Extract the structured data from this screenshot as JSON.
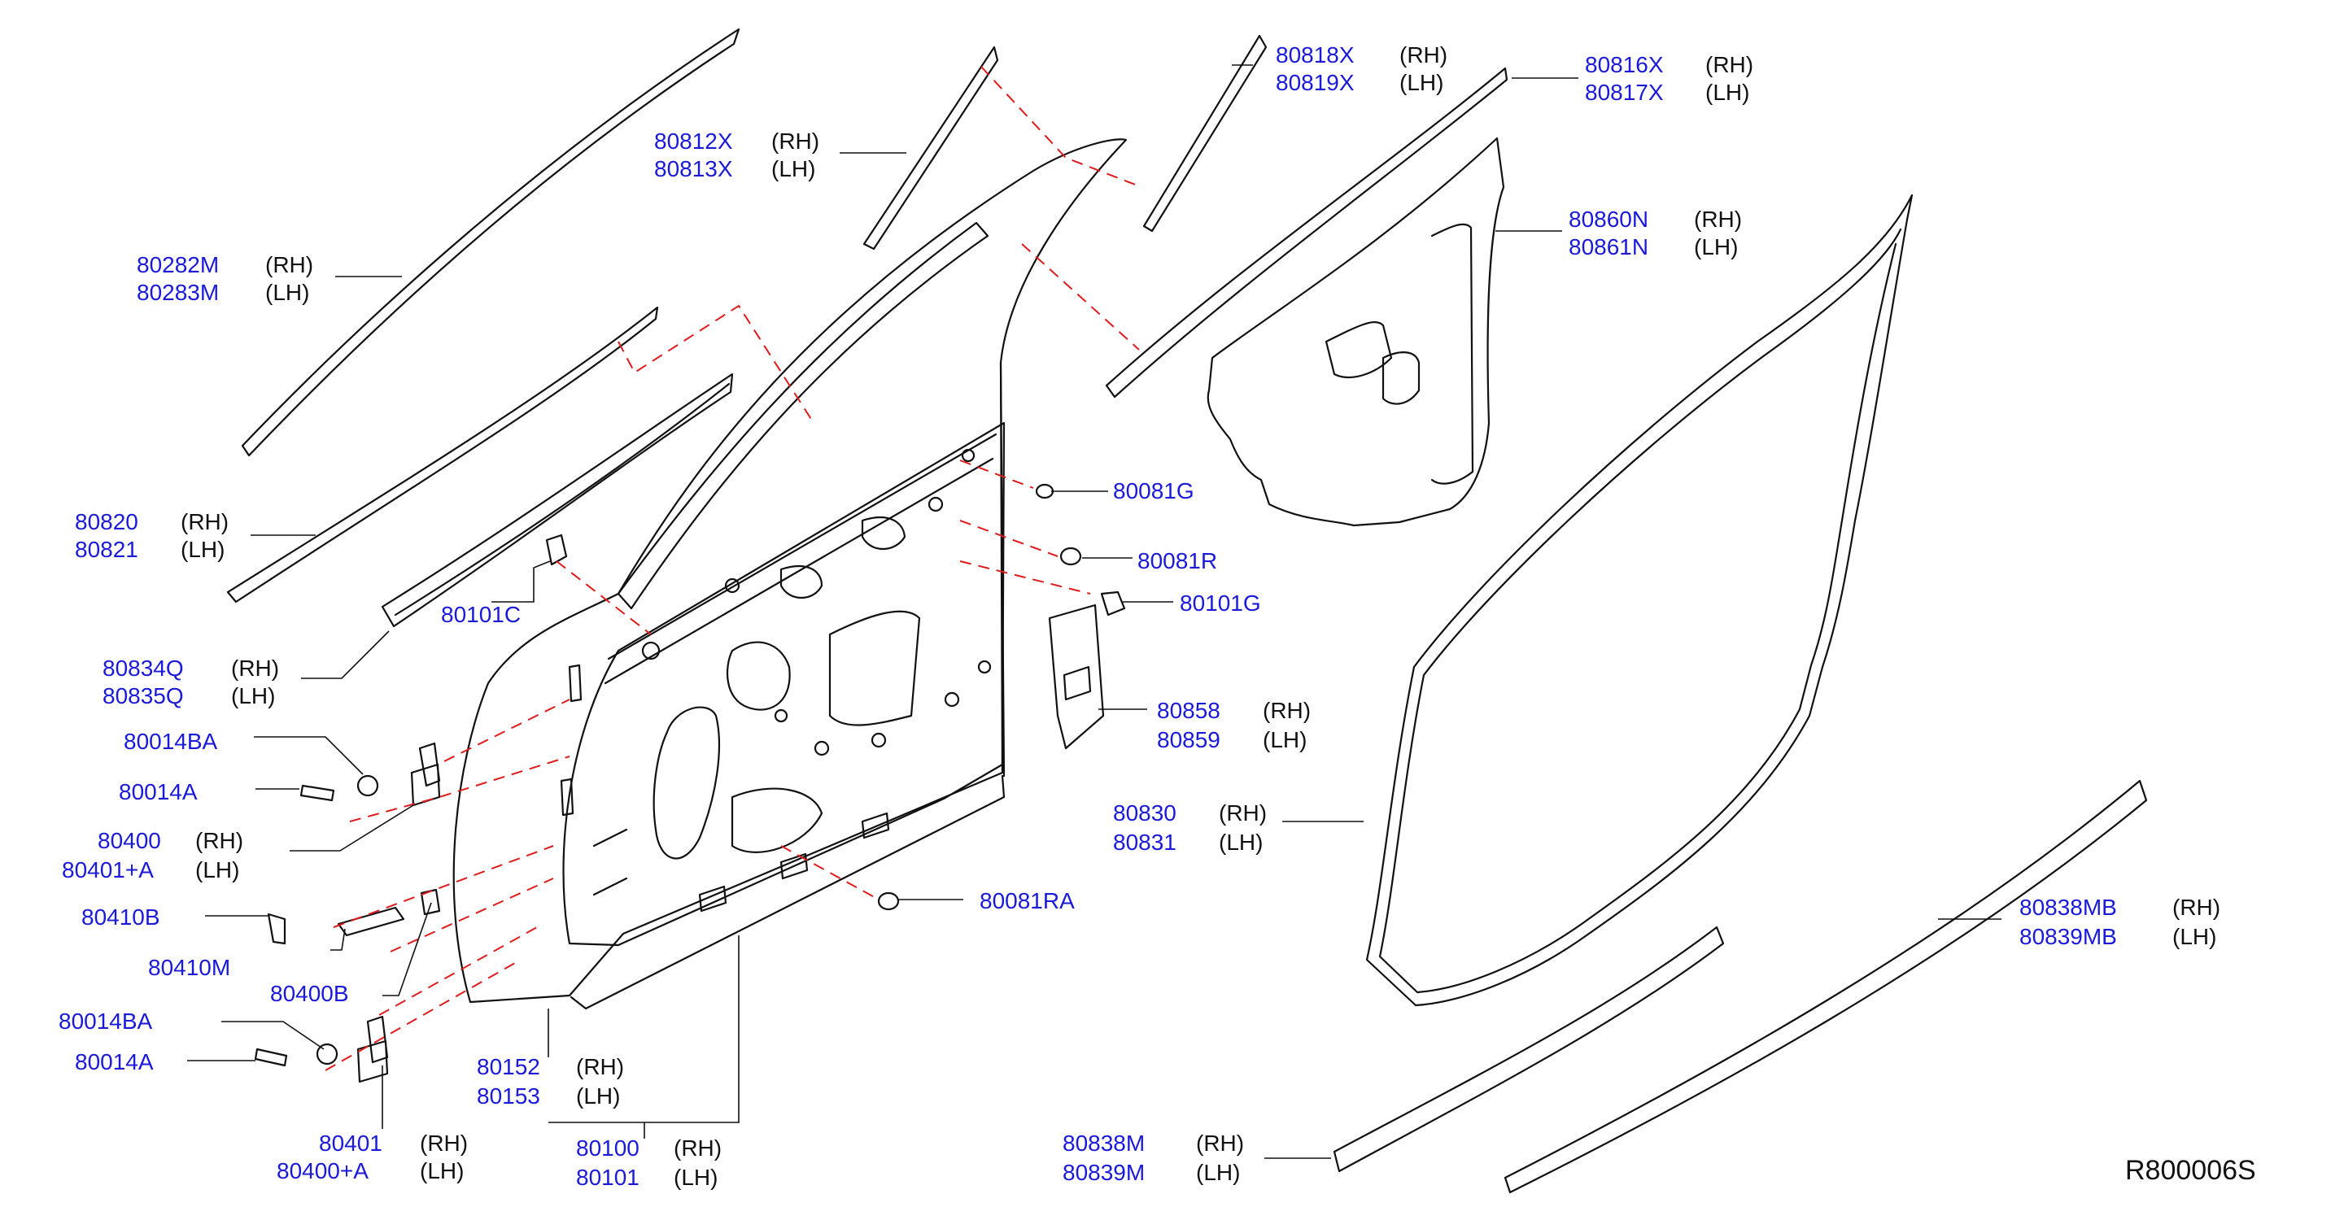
{
  "colors": {
    "part_number": "#1a1ad8",
    "text": "#111111",
    "dashed_leader": "#e01b1b",
    "line": "#111111"
  },
  "diagram_code": "R800006S",
  "callouts": [
    {
      "number": "80282M",
      "side": "(RH)"
    },
    {
      "number": "80283M",
      "side": "(LH)"
    },
    {
      "number": "80812X",
      "side": "(RH)"
    },
    {
      "number": "80813X",
      "side": "(LH)"
    },
    {
      "number": "80818X",
      "side": "(RH)"
    },
    {
      "number": "80819X",
      "side": "(LH)"
    },
    {
      "number": "80816X",
      "side": "(RH)"
    },
    {
      "number": "80817X",
      "side": "(LH)"
    },
    {
      "number": "80860N",
      "side": "(RH)"
    },
    {
      "number": "80861N",
      "side": "(LH)"
    },
    {
      "number": "80820",
      "side": "(RH)"
    },
    {
      "number": "80821",
      "side": "(LH)"
    },
    {
      "number": "80081G",
      "side": ""
    },
    {
      "number": "80081R",
      "side": ""
    },
    {
      "number": "80101C",
      "side": ""
    },
    {
      "number": "80101G",
      "side": ""
    },
    {
      "number": "80834Q",
      "side": "(RH)"
    },
    {
      "number": "80835Q",
      "side": "(LH)"
    },
    {
      "number": "80858",
      "side": "(RH)"
    },
    {
      "number": "80859",
      "side": "(LH)"
    },
    {
      "number": "80014BA",
      "side": ""
    },
    {
      "number": "80014A",
      "side": ""
    },
    {
      "number": "80830",
      "side": "(RH)"
    },
    {
      "number": "80831",
      "side": "(LH)"
    },
    {
      "number": "80400",
      "side": "(RH)"
    },
    {
      "number": "80401+A",
      "side": "(LH)"
    },
    {
      "number": "80081RA",
      "side": ""
    },
    {
      "number": "80410B",
      "side": ""
    },
    {
      "number": "80838MB",
      "side": "(RH)"
    },
    {
      "number": "80839MB",
      "side": "(LH)"
    },
    {
      "number": "80410M",
      "side": ""
    },
    {
      "number": "80400B",
      "side": ""
    },
    {
      "number": "80014BA",
      "side": ""
    },
    {
      "number": "80014A",
      "side": ""
    },
    {
      "number": "80152",
      "side": "(RH)"
    },
    {
      "number": "80153",
      "side": "(LH)"
    },
    {
      "number": "80401",
      "side": "(RH)"
    },
    {
      "number": "80400+A",
      "side": "(LH)"
    },
    {
      "number": "80100",
      "side": "(RH)"
    },
    {
      "number": "80101",
      "side": "(LH)"
    },
    {
      "number": "80838M",
      "side": "(RH)"
    },
    {
      "number": "80839M",
      "side": "(LH)"
    }
  ]
}
